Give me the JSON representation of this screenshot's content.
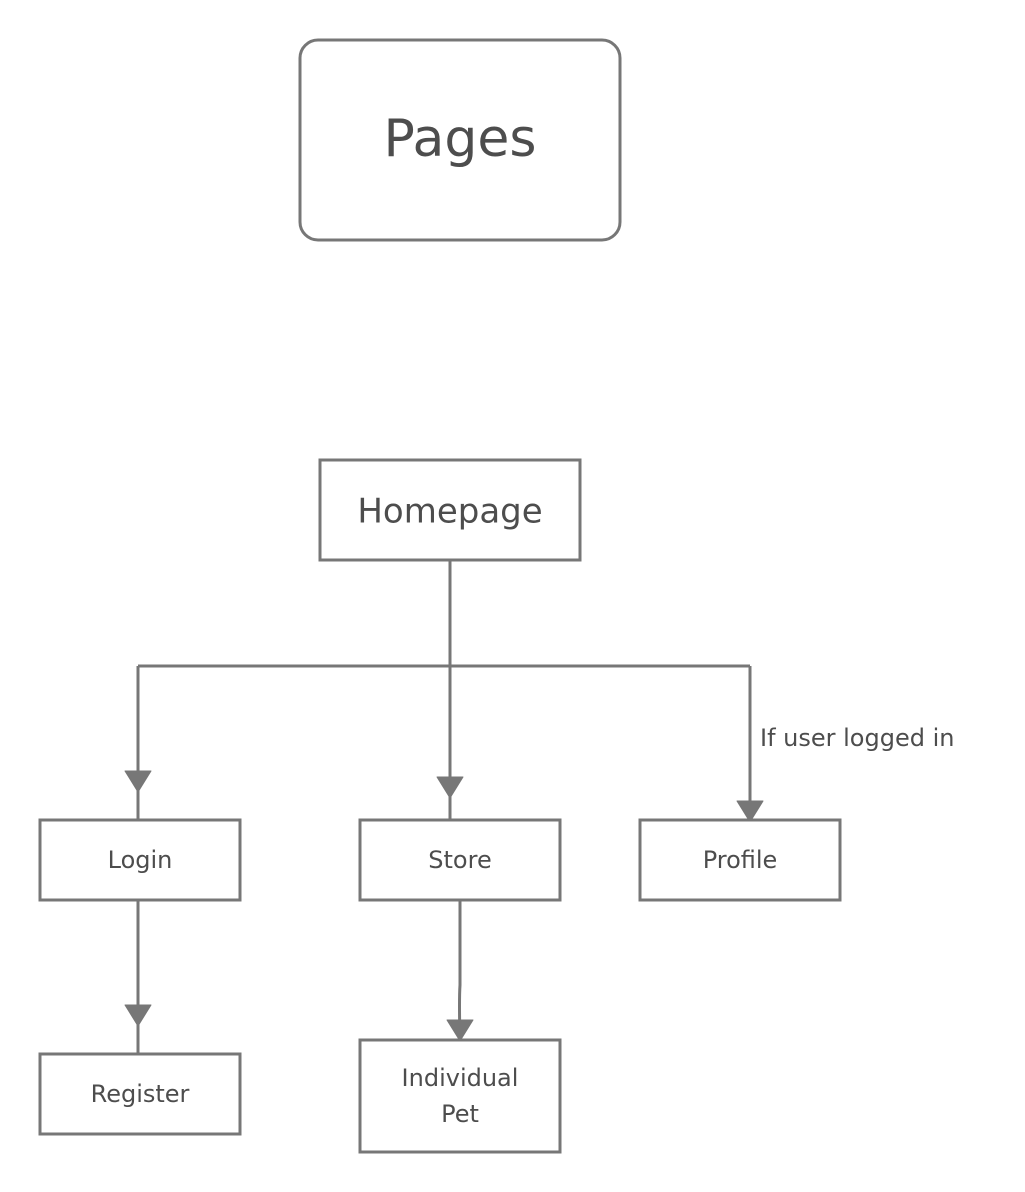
{
  "diagram": {
    "title": "Pages",
    "nodes": {
      "homepage": "Homepage",
      "login": "Login",
      "store": "Store",
      "profile": "Profile",
      "register": "Register",
      "individual_pet_line1": "Individual",
      "individual_pet_line2": "Pet"
    },
    "edges": [
      {
        "from": "Homepage",
        "to": "Login",
        "label": ""
      },
      {
        "from": "Homepage",
        "to": "Store",
        "label": ""
      },
      {
        "from": "Homepage",
        "to": "Profile",
        "label": "If user logged in"
      },
      {
        "from": "Login",
        "to": "Register",
        "label": ""
      },
      {
        "from": "Store",
        "to": "Individual Pet",
        "label": ""
      }
    ],
    "edge_label_profile": "If user logged in"
  }
}
